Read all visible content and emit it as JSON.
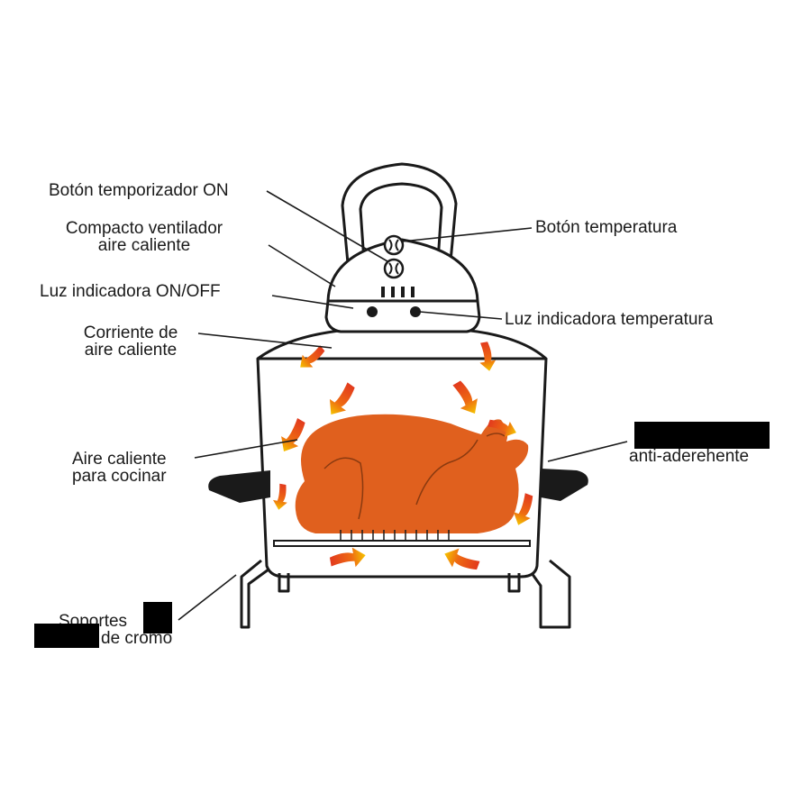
{
  "labels": {
    "timer_button": "Botón temporizador ON",
    "fan_line1": "Compacto ventilador",
    "fan_line2": "aire caliente",
    "power_light": "Luz indicadora ON/OFF",
    "airflow_line1": "Corriente de",
    "airflow_line2": "aire caliente",
    "cooking_air_line1": "Aire caliente",
    "cooking_air_line2": "para cocinar",
    "stand_line1": "Soportes",
    "stand_line2": "de cromo",
    "temp_button": "Botón temperatura",
    "temp_light": "Luz indicadora temperatura",
    "nonstick": "anti-aderehente"
  },
  "colors": {
    "outline": "#1a1a1a",
    "chicken": "#e0601e",
    "arrow_red": "#e23a1e",
    "arrow_yellow": "#f5c400",
    "redaction": "#000000"
  },
  "icons": [
    "hot-air-arrow-icon",
    "roast-chicken-icon",
    "leader-line"
  ]
}
